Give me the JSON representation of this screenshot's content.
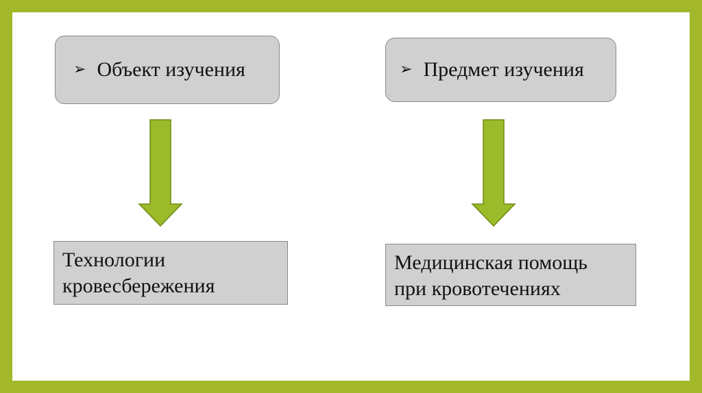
{
  "bullet_glyph": "➢",
  "top_boxes": {
    "object": "Объект изучения",
    "subject": "Предмет изучения"
  },
  "bottom_boxes": {
    "tech_line1": "Технологии",
    "tech_line2": "кровесбережения",
    "med_line1": "Медицинская помощь",
    "med_line2": "при кровотечениях"
  },
  "colors": {
    "frame": "#a3b72a",
    "arrow_fill": "#9bbb2a",
    "arrow_stroke": "#6f8a12",
    "box_fill": "#d0d0d0"
  }
}
